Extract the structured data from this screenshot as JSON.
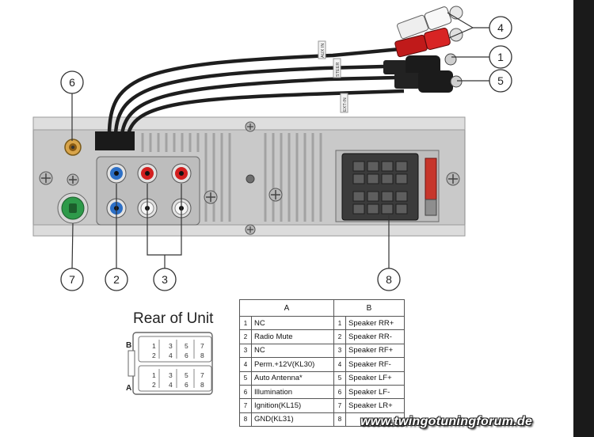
{
  "callouts": [
    "1",
    "2",
    "3",
    "4",
    "5",
    "6",
    "7",
    "8"
  ],
  "cable_labels": {
    "aux_in": "AUX IN",
    "steer": "STEER",
    "ext_in": "EXT-IN"
  },
  "rear_of_unit": {
    "title": "Rear of Unit",
    "row_b": "B",
    "row_a": "A",
    "pin_numbers": [
      [
        "1",
        "3",
        "5",
        "7"
      ],
      [
        "2",
        "4",
        "6",
        "8"
      ]
    ]
  },
  "pin_table": {
    "headers": [
      "A",
      "B"
    ],
    "rows": [
      {
        "n": "1",
        "a": "NC",
        "b": "Speaker  RR+"
      },
      {
        "n": "2",
        "a": "Radio Mute",
        "b": "Speaker  RR-"
      },
      {
        "n": "3",
        "a": "NC",
        "b": "Speaker  RF+"
      },
      {
        "n": "4",
        "a": "Perm.+12V(KL30)",
        "b": "Speaker  RF-"
      },
      {
        "n": "5",
        "a": "Auto Antenna*",
        "b": "Speaker  LF+"
      },
      {
        "n": "6",
        "a": "Illumination",
        "b": "Speaker  LF-"
      },
      {
        "n": "7",
        "a": "Ignition(KL15)",
        "b": "Speaker  LR+"
      },
      {
        "n": "8",
        "a": "GND(KL31)",
        "b": ""
      }
    ]
  },
  "watermark": "www.twingotuningforum.de",
  "colors": {
    "chassis": "#c9c9c9",
    "ribs": "#a9a9a9",
    "rca_red": "#d21f1f",
    "rca_blue": "#2c6fc6",
    "iso_body": "#3b3b3b",
    "fuse": "#c7362b",
    "antenna_body": "#2e9a4a"
  }
}
